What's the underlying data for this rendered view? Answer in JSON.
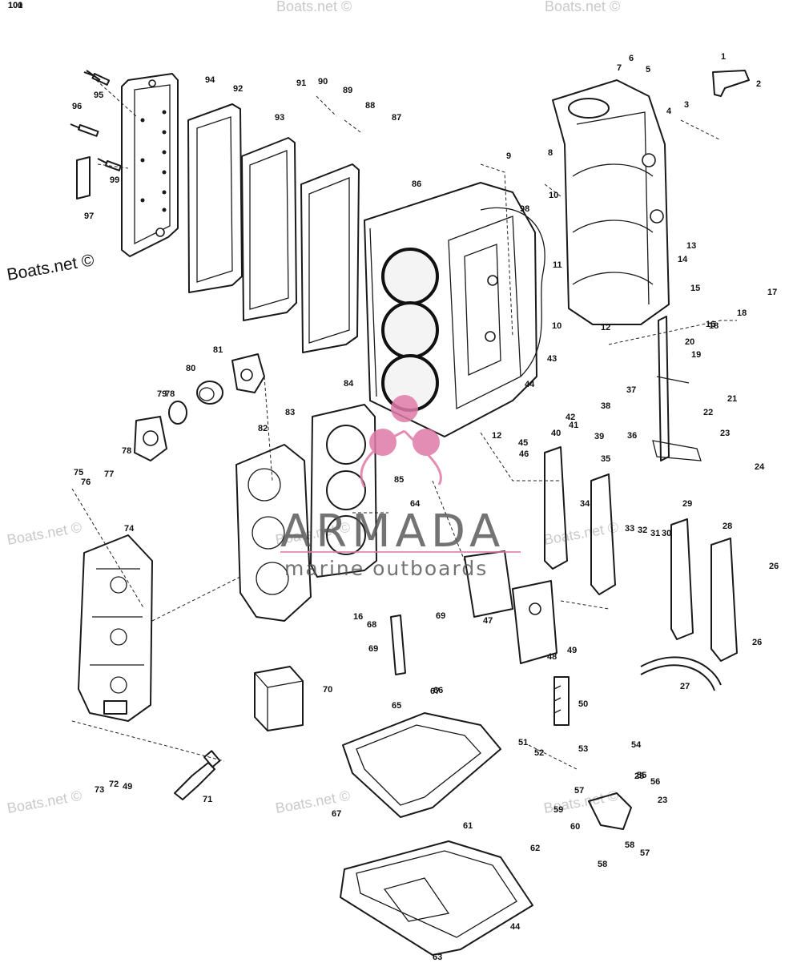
{
  "watermarks": {
    "main": "Boats.net ©",
    "faint": [
      "Boats.net ©",
      "Boats.net ©",
      "Boats.net ©",
      "Boats.net ©",
      "Boats.net ©",
      "Boats.net ©",
      "Boats.net ©",
      "Boats.net ©"
    ]
  },
  "brand": {
    "name": "ARMADA",
    "tagline": "marine outboards",
    "accent_color": "#e07aa8"
  },
  "callouts": [
    "1",
    "2",
    "3",
    "4",
    "5",
    "6",
    "7",
    "8",
    "9",
    "10",
    "10",
    "11",
    "12",
    "12",
    "13",
    "14",
    "15",
    "16",
    "16",
    "17",
    "18",
    "18",
    "19",
    "20",
    "21",
    "22",
    "23",
    "23",
    "24",
    "25",
    "26",
    "26",
    "27",
    "28",
    "29",
    "30",
    "31",
    "32",
    "33",
    "34",
    "35",
    "36",
    "37",
    "38",
    "39",
    "40",
    "41",
    "42",
    "43",
    "44",
    "44",
    "45",
    "46",
    "47",
    "48",
    "49",
    "49",
    "50",
    "51",
    "52",
    "53",
    "54",
    "55",
    "56",
    "57",
    "57",
    "58",
    "58",
    "59",
    "60",
    "61",
    "62",
    "63",
    "64",
    "65",
    "66",
    "67",
    "67",
    "68",
    "69",
    "69",
    "70",
    "71",
    "72",
    "73",
    "74",
    "75",
    "76",
    "77",
    "78",
    "78",
    "79",
    "80",
    "81",
    "82",
    "83",
    "84",
    "85",
    "86",
    "87",
    "88",
    "89",
    "90",
    "91",
    "92",
    "93",
    "94",
    "95",
    "96",
    "97",
    "98",
    "99",
    "100",
    "101"
  ]
}
